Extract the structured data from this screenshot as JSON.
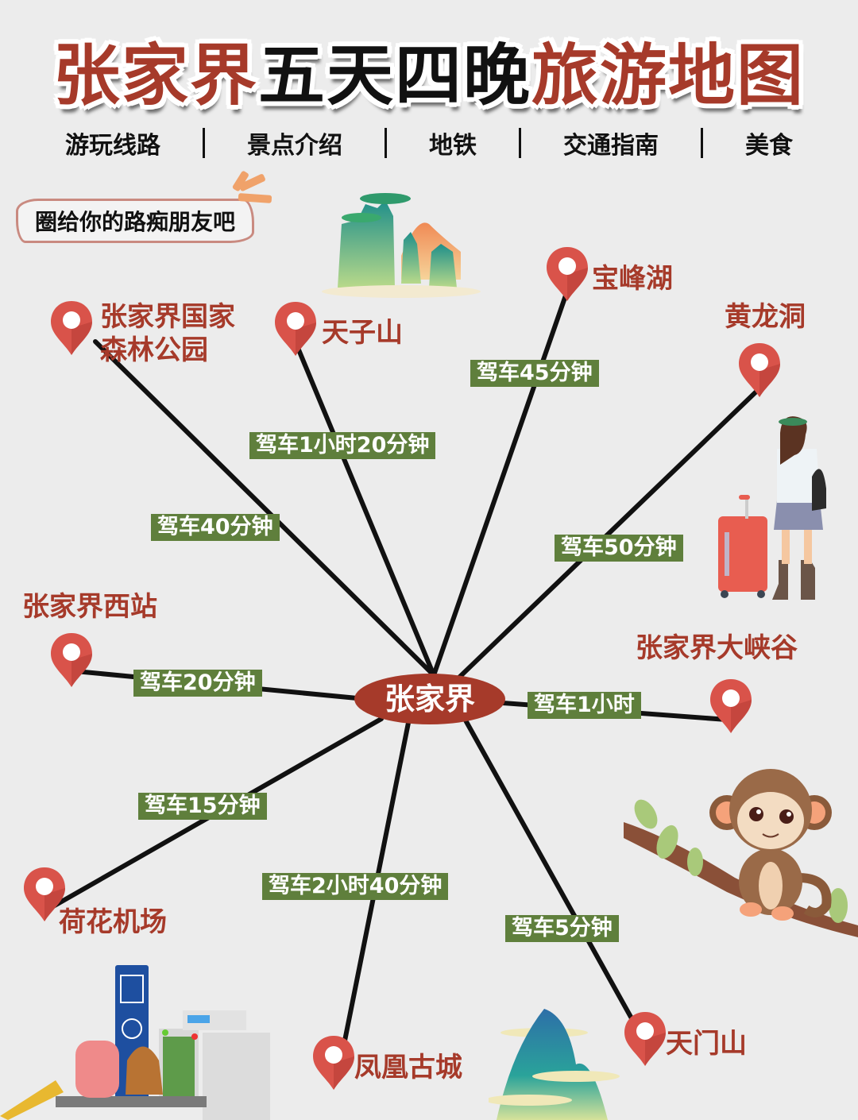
{
  "title": {
    "part1": "张家界",
    "part2": "五天四晚",
    "part3": "旅游地图"
  },
  "nav": {
    "items": [
      "游玩线路",
      "景点介绍",
      "地铁",
      "交通指南",
      "美食"
    ]
  },
  "sticker": {
    "text": "圈给你的路痴朋友吧"
  },
  "center": {
    "label": "张家界"
  },
  "places": [
    {
      "id": "forest-park",
      "line1": "张家界国家",
      "line2": "森林公园",
      "drive": "驾车40分钟"
    },
    {
      "id": "tianzi",
      "line1": "天子山",
      "drive": "驾车1小时20分钟"
    },
    {
      "id": "baofeng",
      "line1": "宝峰湖",
      "drive": "驾车45分钟"
    },
    {
      "id": "huanglong",
      "line1": "黄龙洞",
      "drive": "驾车50分钟"
    },
    {
      "id": "west-station",
      "line1": "张家界西站",
      "drive": "驾车20分钟"
    },
    {
      "id": "grand-canyon",
      "line1": "张家界大峡谷",
      "drive": "驾车1小时"
    },
    {
      "id": "airport",
      "line1": "荷花机场",
      "drive": "驾车15分钟"
    },
    {
      "id": "fenghuang",
      "line1": "凤凰古城",
      "drive": "驾车2小时40分钟"
    },
    {
      "id": "tianmen",
      "line1": "天门山",
      "drive": "驾车5分钟"
    }
  ],
  "colors": {
    "background": "#ececec",
    "accent_red": "#a63a2a",
    "pin_red": "#d9534a",
    "label_green": "#5f7f3c",
    "line": "#111111"
  },
  "icons": {
    "pin": "map-pin-icon",
    "mountain_top": "karst-mountains-illustration",
    "mountain_bottom": "blue-mountain-illustration",
    "traveler": "traveler-girl-illustration",
    "monkey": "monkey-on-branch-illustration",
    "security": "airport-security-illustration"
  }
}
